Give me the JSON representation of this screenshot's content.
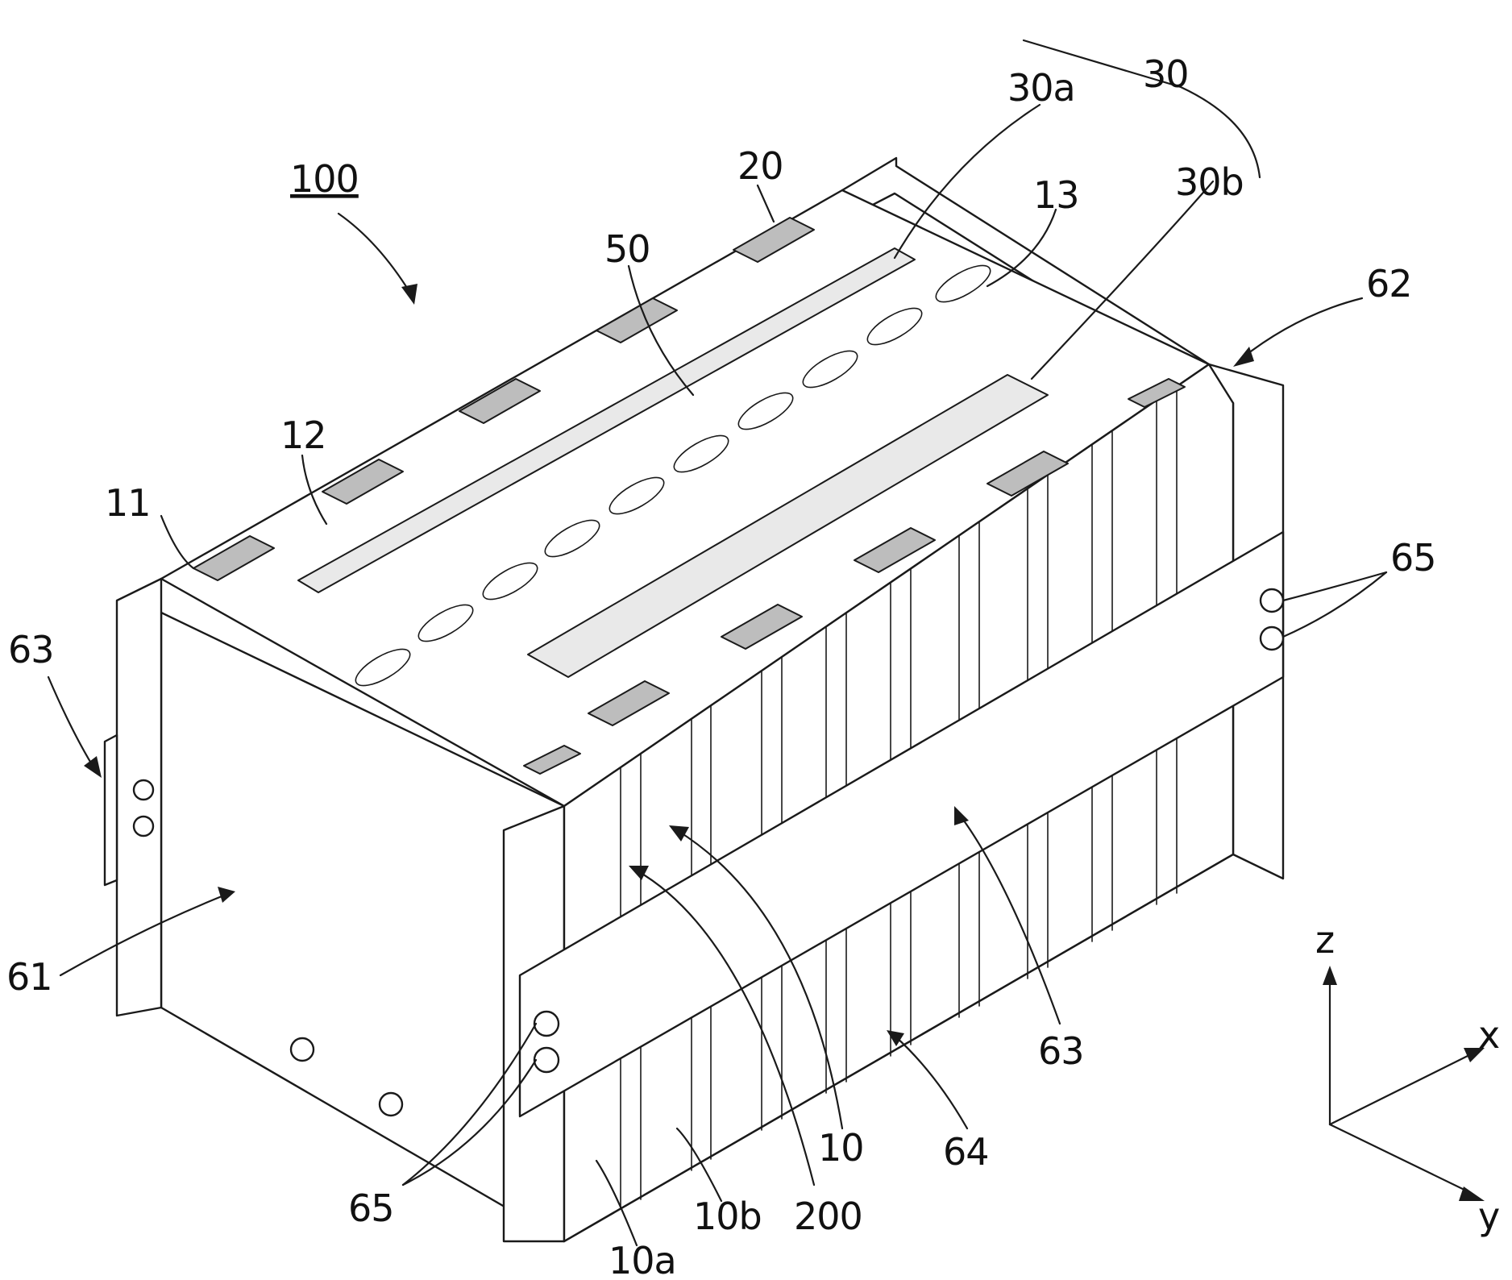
{
  "figure": {
    "main_reference": "100",
    "reference_labels": [
      {
        "id": "100",
        "text": "100"
      },
      {
        "id": "30",
        "text": "30"
      },
      {
        "id": "30a",
        "text": "30a"
      },
      {
        "id": "30b",
        "text": "30b"
      },
      {
        "id": "20",
        "text": "20"
      },
      {
        "id": "13",
        "text": "13"
      },
      {
        "id": "50",
        "text": "50"
      },
      {
        "id": "62",
        "text": "62"
      },
      {
        "id": "12",
        "text": "12"
      },
      {
        "id": "11",
        "text": "11"
      },
      {
        "id": "65-right",
        "text": "65"
      },
      {
        "id": "63-left",
        "text": "63"
      },
      {
        "id": "61",
        "text": "61"
      },
      {
        "id": "63-front",
        "text": "63"
      },
      {
        "id": "10",
        "text": "10"
      },
      {
        "id": "64",
        "text": "64"
      },
      {
        "id": "65-front",
        "text": "65"
      },
      {
        "id": "200",
        "text": "200"
      },
      {
        "id": "10b",
        "text": "10b"
      },
      {
        "id": "10a",
        "text": "10a"
      }
    ],
    "axes": {
      "z": "z",
      "x": "x",
      "y": "y"
    }
  }
}
